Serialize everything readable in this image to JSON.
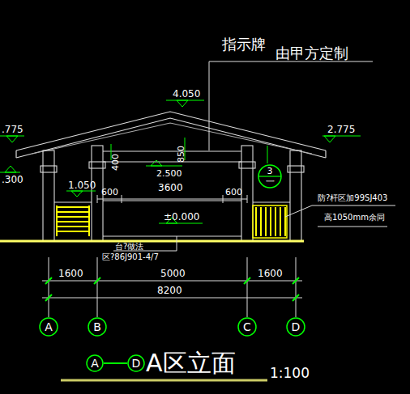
{
  "diagram": {
    "title": "A区立面",
    "nodes": [
      {
        "text": [
          "3",
          "一"
        ]
      },
      {
        "text": [
          "A"
        ]
      },
      {
        "text": [
          "B"
        ]
      },
      {
        "text": [
          "C"
        ]
      },
      {
        "text": [
          "D"
        ]
      },
      {
        "text": [
          "A"
        ]
      },
      {
        "text": [
          "D"
        ]
      }
    ],
    "labels": [
      "指示牌",
      "由甲方定制",
      "4.050",
      ".775",
      ".300",
      "2.775",
      "400",
      "850",
      "2.500",
      "1.050",
      "600",
      "3600",
      "600",
      "±0.000",
      "防?杆区加99SJ403",
      "高1050mm余同",
      "台?做法",
      "区?86J901-4/7",
      "1600",
      "5000",
      "1600",
      "8200",
      "1:100"
    ]
  }
}
